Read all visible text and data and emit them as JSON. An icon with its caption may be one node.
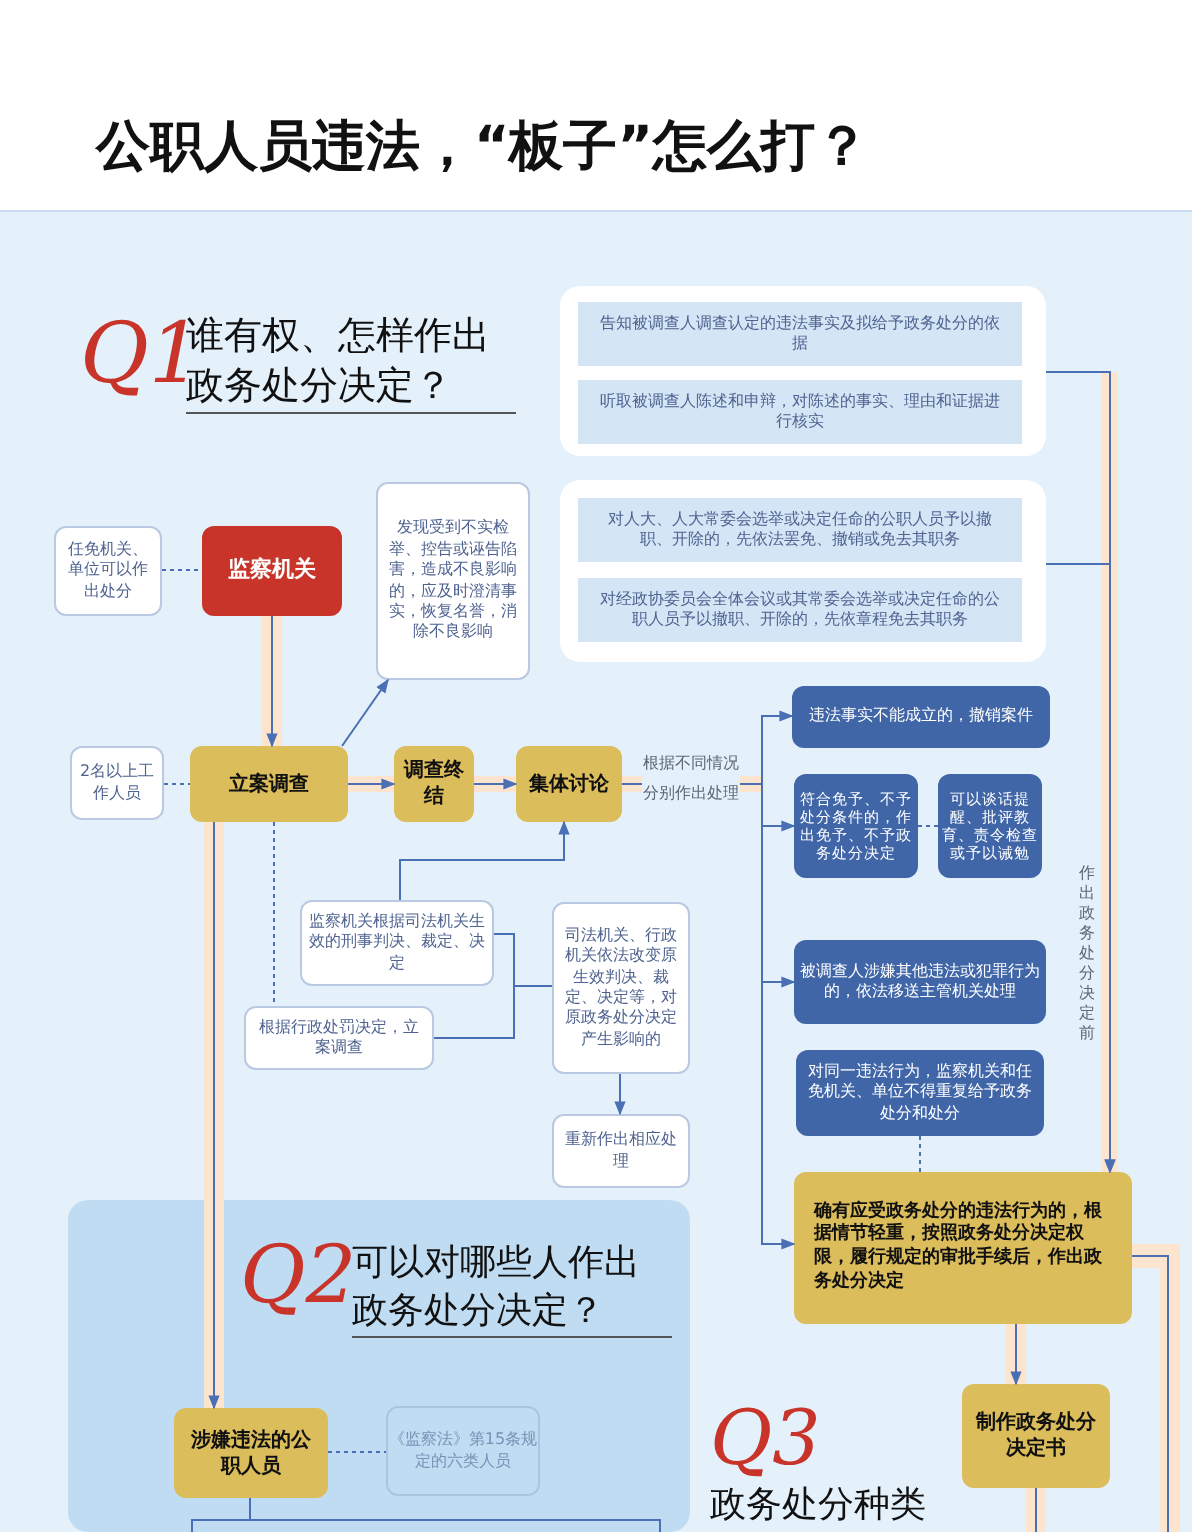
{
  "diagram": {
    "title": "公职人员违法，“板子”怎么打？",
    "nodes": [
      {
        "text": [
          "任免机关、单位可以作出处分"
        ]
      },
      {
        "text": [
          "监察机关"
        ]
      },
      {
        "text": [
          "发现受到不实检举、控告或诬告陷害，造成不良影响的，应及时澄清事实，恢复名誉，消除不良影响"
        ]
      },
      {
        "text": [
          "2名以上工作人员"
        ]
      },
      {
        "text": [
          "立案调查"
        ]
      },
      {
        "text": [
          "调查终结"
        ]
      },
      {
        "text": [
          "集体讨论"
        ]
      },
      {
        "text": [],
        "shape": "box"
      },
      {
        "text": [
          "告知被调查人调查认定的违法事实及拟给予政务处分的依据"
        ],
        "in": 7
      },
      {
        "text": [
          "听取被调查人陈述和申辩，对陈述的事实、理由和证据进行核实"
        ],
        "in": 7
      },
      {
        "text": [],
        "shape": "box"
      },
      {
        "text": [
          "对人大、人大常委会选举或决定任命的公职人员予以撤职、开除的，先依法罢免、撤销或免去其职务"
        ],
        "in": 10
      },
      {
        "text": [
          "对经政协委员会全体会议或其常委会选举或决定任命的公职人员予以撤职、开除的，先依章程免去其职务"
        ],
        "in": 10
      },
      {
        "text": [
          "违法事实不能成立的，撤销案件"
        ]
      },
      {
        "text": [
          "符合免予、不予处分条件的，作出免予、不予政务处分决定"
        ]
      },
      {
        "text": [
          "可以谈话提醒、批评教育、责令检查或予以诫勉"
        ]
      },
      {
        "text": [
          "被调查人涉嫌其他违法或犯罪行为的，依法移送主管机关处理"
        ]
      },
      {
        "text": [
          "对同一违法行为，监察机关和任免机关、单位不得重复给予政务处分和处分"
        ]
      },
      {
        "text": [
          "监察机关根据司法机关生效的刑事判决、裁定、决定"
        ]
      },
      {
        "text": [
          "根据行政处罚决定，立案调查"
        ]
      },
      {
        "text": [
          "司法机关、行政机关依法改变原生效判决、裁定、决定等，对原政务处分决定产生影响的"
        ]
      },
      {
        "text": [
          "重新作出相应处理"
        ]
      },
      {
        "text": [
          "确有应受政务处分的违法行为的，根据情节轻重，按照政务处分决定权限，履行规定的审批手续后，作出政务处分决定"
        ]
      },
      {
        "text": [
          "制作政务处分决定书"
        ]
      },
      {
        "text": [
          "Q2",
          "可以对哪些人作出政务处分决定？"
        ]
      },
      {
        "text": [
          "涉嫌违法的公职人员"
        ],
        "in": 24
      },
      {
        "text": [
          "《监察法》第15条规定的六类人员"
        ],
        "in": 24
      }
    ],
    "edges": [
      {
        "from": 0,
        "to": 1,
        "arrow": "none",
        "style": "dashed"
      },
      {
        "from": 1,
        "to": 4,
        "arrow": "to"
      },
      {
        "from": 4,
        "to": 2,
        "arrow": "to"
      },
      {
        "from": 3,
        "to": 4,
        "arrow": "none",
        "style": "dashed"
      },
      {
        "from": 4,
        "to": 5,
        "arrow": "to"
      },
      {
        "from": 5,
        "to": 6,
        "arrow": "to"
      },
      {
        "from": 6,
        "to": 13,
        "arrow": "to",
        "label": "根据不同情况分别作出处理"
      },
      {
        "from": 6,
        "to": 14,
        "arrow": "to"
      },
      {
        "from": 6,
        "to": 16,
        "arrow": "to"
      },
      {
        "from": 6,
        "to": 22,
        "arrow": "to"
      },
      {
        "from": 14,
        "to": 15,
        "arrow": "none",
        "style": "dashed"
      },
      {
        "from": 17,
        "to": 22,
        "arrow": "none",
        "style": "dashed"
      },
      {
        "from": 18,
        "to": 6,
        "arrow": "to"
      },
      {
        "from": 18,
        "to": 20,
        "arrow": "none"
      },
      {
        "from": 19,
        "to": 20,
        "arrow": "none"
      },
      {
        "from": 4,
        "to": 19,
        "arrow": "none",
        "style": "dashed"
      },
      {
        "from": 20,
        "to": 21,
        "arrow": "to"
      },
      {
        "from": 7,
        "to": 22,
        "arrow": "to",
        "label": "作出政务处分决定前"
      },
      {
        "from": 10,
        "to": 22,
        "arrow": "to"
      },
      {
        "from": 22,
        "to": 23,
        "arrow": "to"
      },
      {
        "from": 4,
        "to": 25,
        "arrow": "to"
      },
      {
        "from": 25,
        "to": 26,
        "arrow": "none",
        "style": "dashed"
      },
      {
        "from": 22,
        "to": null,
        "arrow": "none"
      },
      {
        "from": 23,
        "to": null,
        "arrow": "none"
      },
      {
        "from": 25,
        "to": null,
        "arrow": "none"
      }
    ],
    "labels": [
      "Q1",
      "谁有权、怎样作出政务处分决定？",
      "Q3",
      "政务处分种类"
    ]
  }
}
